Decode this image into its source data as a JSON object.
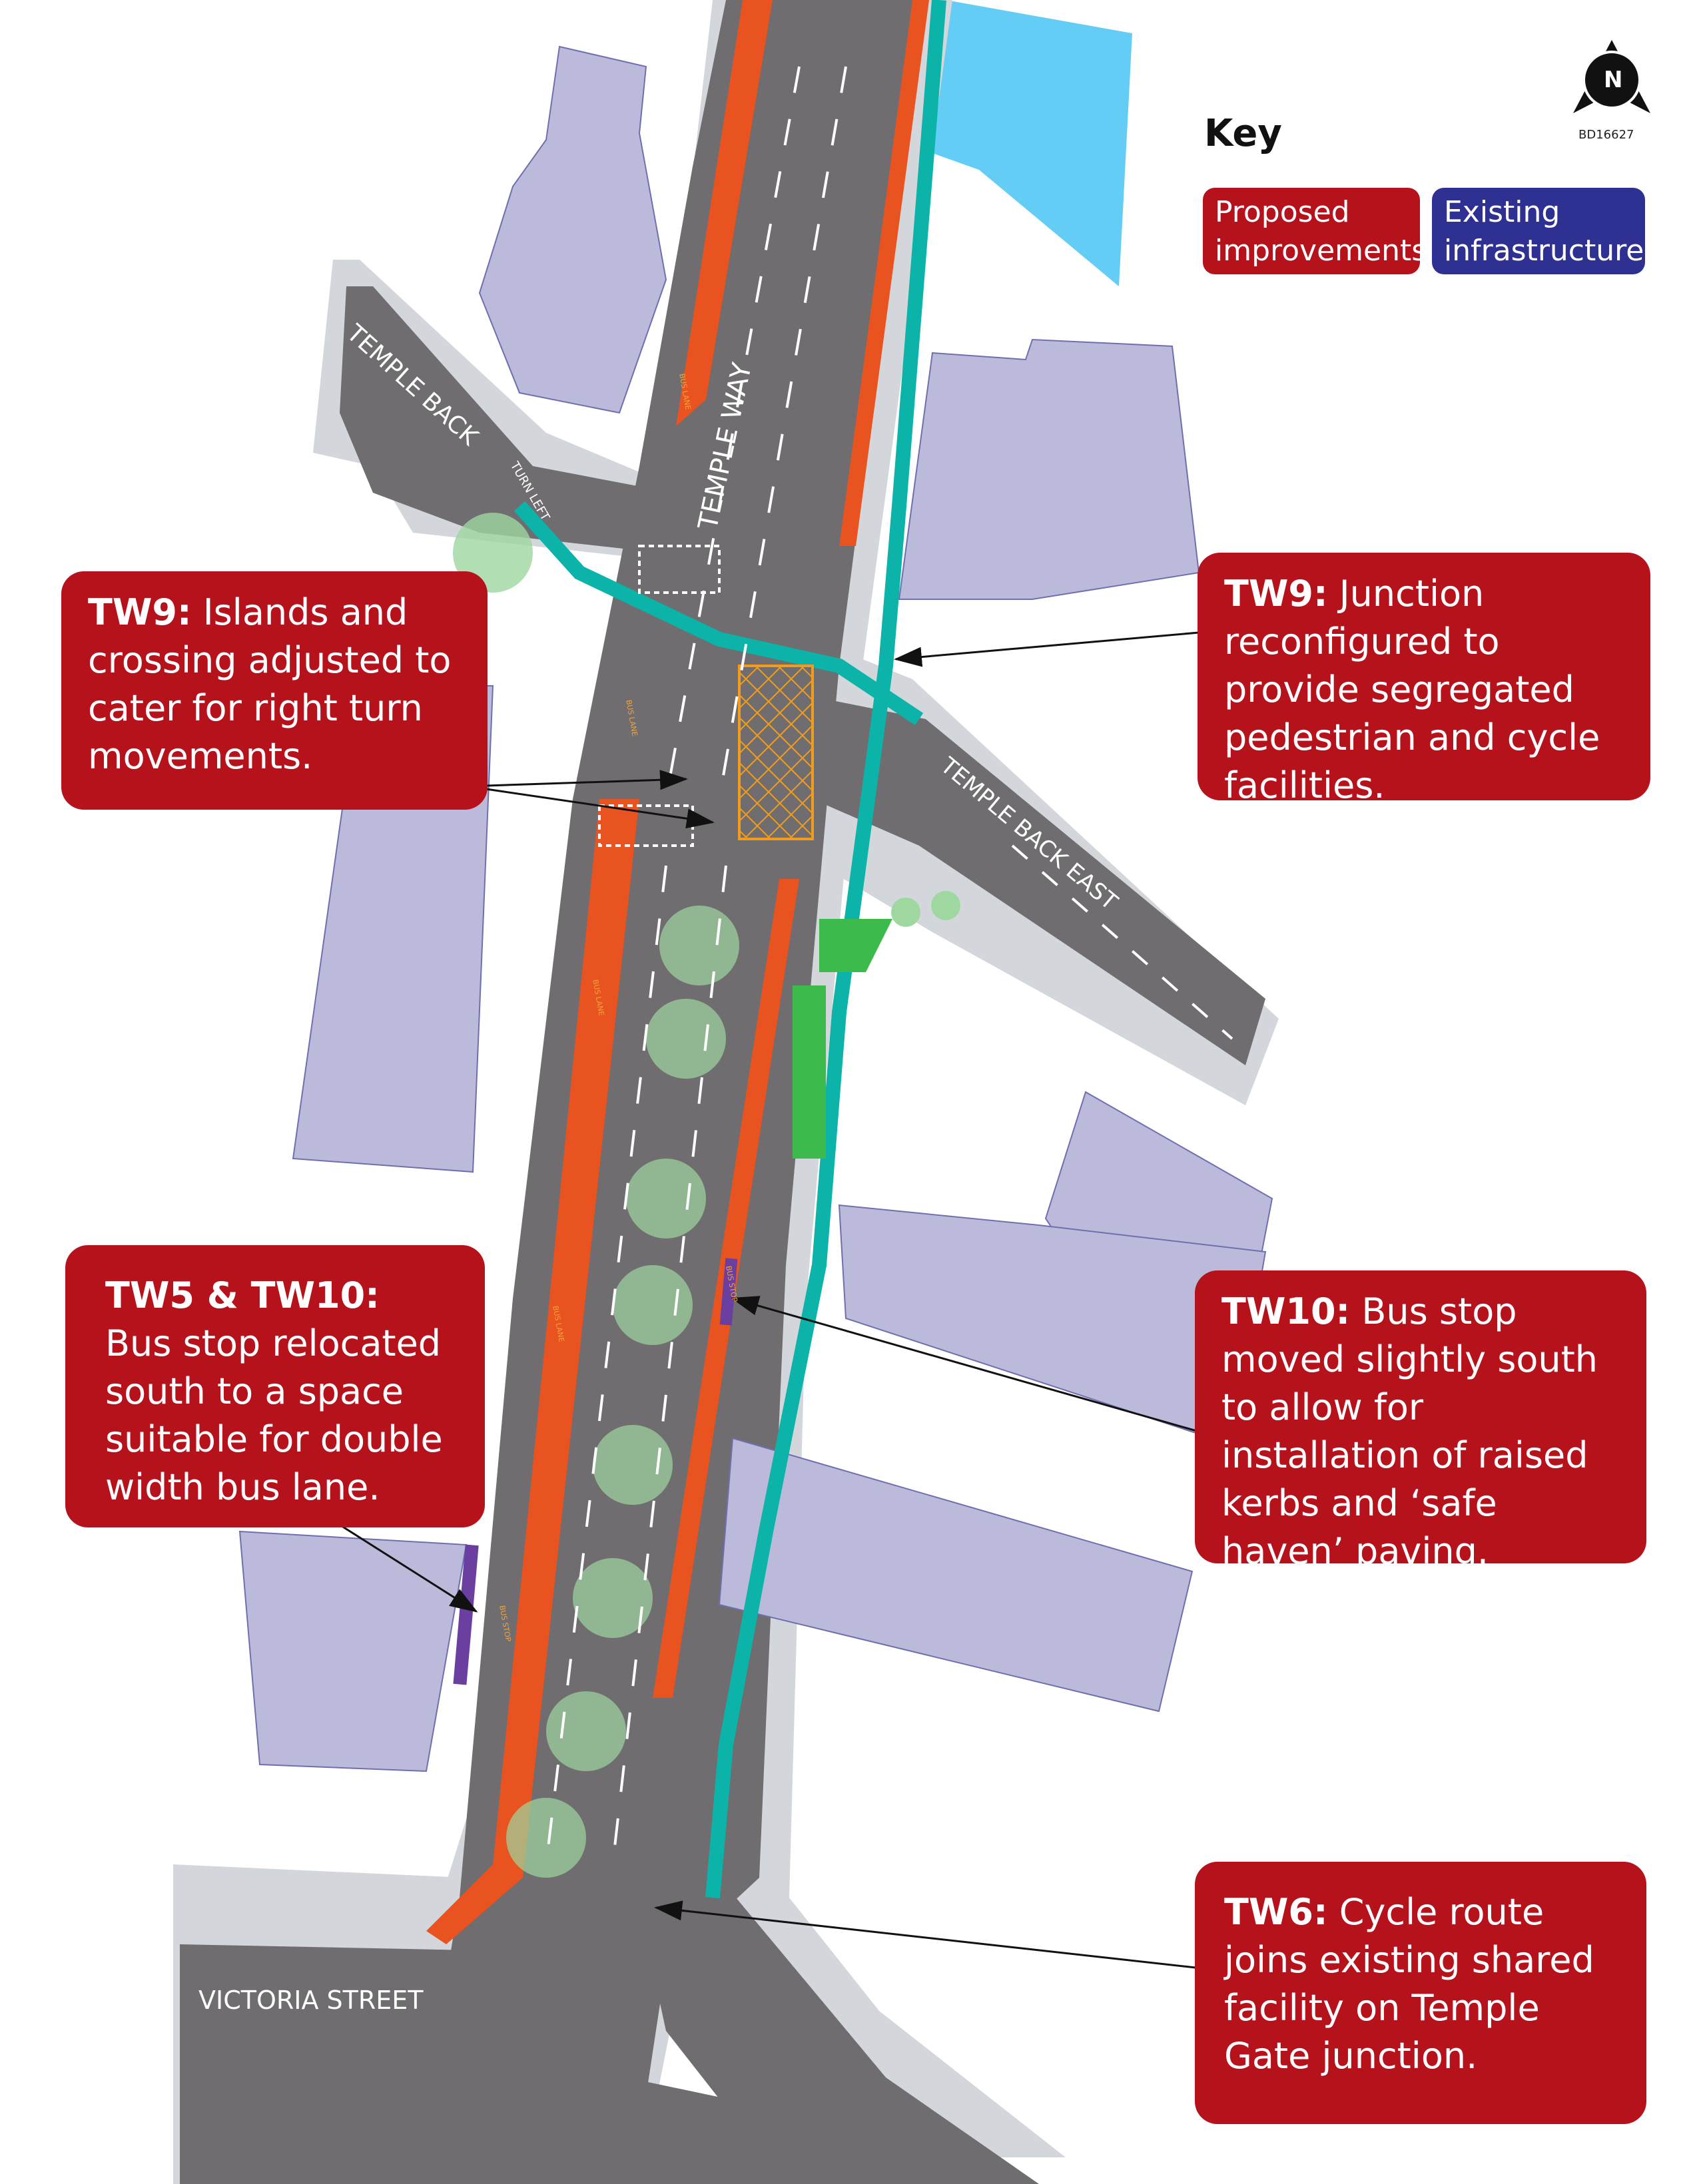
{
  "map": {
    "colors": {
      "building": "#bcbadb",
      "road": "#6f6d6f",
      "pavement": "#d3d6da",
      "bus_lane": "#e8531f",
      "cycle_track": "#0bb3a8",
      "water": "#63cdf5",
      "green": "#3dba4c",
      "tree": "#9ed7a0",
      "proposed": "#b5121b",
      "existing": "#2e3192",
      "junction_box": "#f39c1a"
    },
    "north_arrow": {
      "icon": "north-arrow-icon",
      "letter": "N",
      "code": "BD16627"
    },
    "key": {
      "title": "Key",
      "proposed": "Proposed improvements",
      "existing": "Existing infrastructure"
    },
    "streets": {
      "temple_back": "TEMPLE BACK",
      "temple_way": "TEMPLE WAY",
      "temple_back_east": "TEMPLE BACK EAST",
      "victoria_street": "VICTORIA STREET",
      "turn_left": "TURN LEFT"
    },
    "road_markings": {
      "bus_lane": "BUS LANE",
      "bus_stop": "BUS STOP"
    },
    "callouts": {
      "tw9_islands": {
        "label": "TW9:",
        "text": "Islands and crossing adjusted to cater for right turn movements."
      },
      "tw9_junction": {
        "label": "TW9:",
        "text": "Junction reconfigured to provide segregated pedestrian and cycle facilities."
      },
      "tw5_tw10": {
        "label": "TW5 & TW10:",
        "text": "Bus stop relocated south to a space suitable for double width bus lane."
      },
      "tw10_bus_stop": {
        "label": "TW10:",
        "text": "Bus stop moved slightly south to allow for installation of raised kerbs and ‘safe haven’ paving."
      },
      "tw6": {
        "label": "TW6:",
        "text": "Cycle route joins existing shared facility on Temple Gate junction."
      }
    }
  }
}
